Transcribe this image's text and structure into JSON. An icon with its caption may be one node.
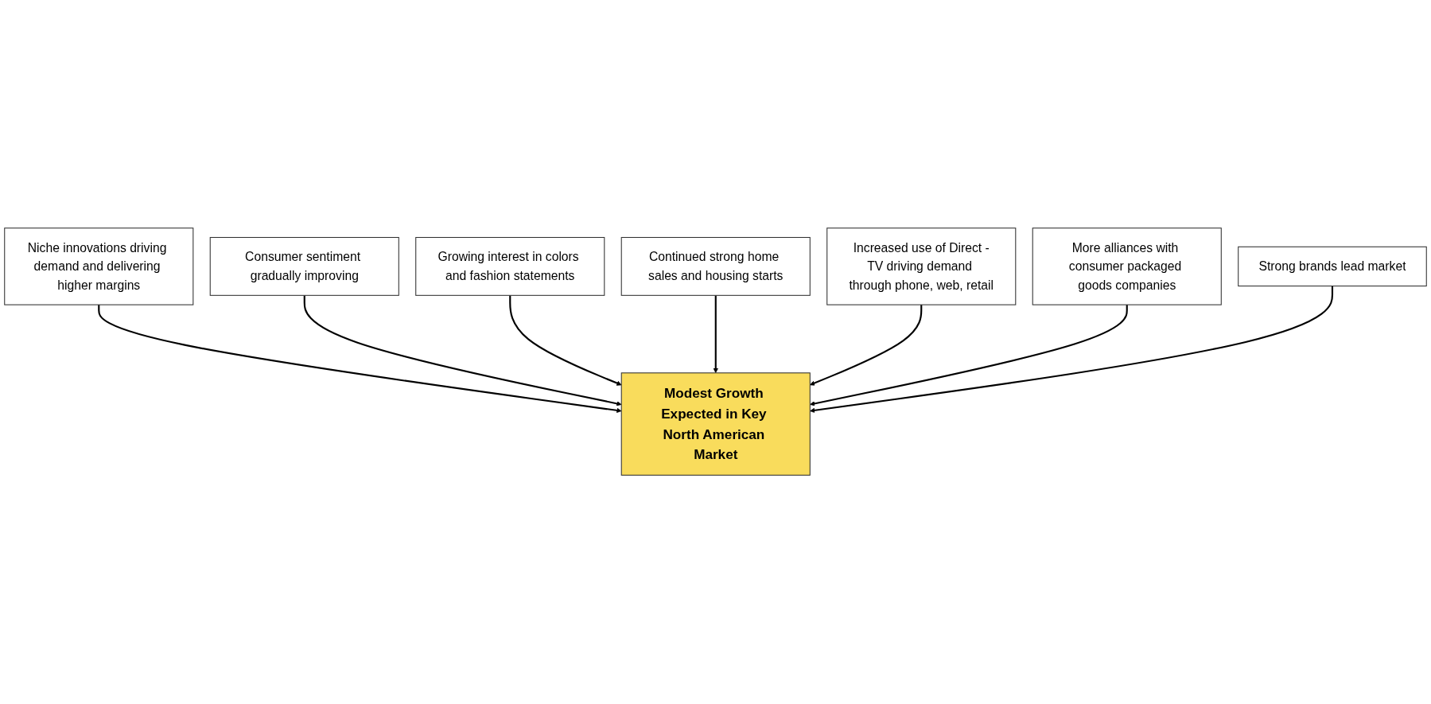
{
  "diagram": {
    "nodes": [
      {
        "text": [
          "Niche innovations driving demand and delivering higher margins"
        ]
      },
      {
        "text": [
          "Consumer sentiment gradually improving"
        ]
      },
      {
        "text": [
          "Growing interest in colors and fashion statements"
        ]
      },
      {
        "text": [
          "Modest Growth Expected in Key North American Market"
        ]
      },
      {
        "text": [
          "Continued strong home sales and housing starts"
        ]
      },
      {
        "text": [
          "Increased use of Direct -TV driving demand through phone, web, retail"
        ]
      },
      {
        "text": [
          "More alliances with consumer packaged goods companies"
        ]
      },
      {
        "text": [
          "Strong brands lead market"
        ]
      }
    ],
    "edges": [
      {
        "from": 0,
        "to": 3,
        "arrow": "to"
      },
      {
        "from": 1,
        "to": 3,
        "arrow": "to"
      },
      {
        "from": 2,
        "to": 3,
        "arrow": "to"
      },
      {
        "from": 4,
        "to": 3,
        "arrow": "to"
      },
      {
        "from": 5,
        "to": 3,
        "arrow": "to"
      },
      {
        "from": 6,
        "to": 3,
        "arrow": "to"
      },
      {
        "from": 7,
        "to": 3,
        "arrow": "to"
      }
    ]
  }
}
